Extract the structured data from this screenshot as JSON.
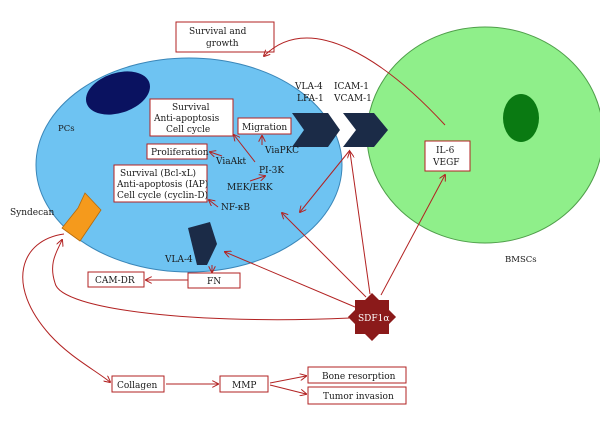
{
  "colors": {
    "pc_cell": "#6ec3f2",
    "pc_nucleus": "#0a1260",
    "bmsc_cell": "#8fef8a",
    "bmsc_nucleus": "#0a7a12",
    "arrow": "#b22222",
    "receptor": "#1b2b47",
    "syndecan": "#f59a1c",
    "sdf1": "#8b1a1a"
  },
  "cells": {
    "pc_label": "PCs",
    "bmsc_label": "BMSCs"
  },
  "receptors": {
    "pc_side": [
      "VLA-4",
      "LFA-1"
    ],
    "bmsc_side": [
      "ICAM-1",
      "VCAM-1"
    ],
    "vla4_bottom": "VLA-4",
    "syndecan": "Syndecan"
  },
  "boxes": {
    "survival_growth": [
      "Survival and",
      "growth"
    ],
    "survival_top": [
      "Survival",
      "Anti-apoptosis",
      "Cell cycle"
    ],
    "migration": "Migration",
    "proliferation": "Proliferation",
    "survival_bcl": [
      "Survival (Bcl-xL)",
      "Anti-apoptosis (IAP)",
      "Cell cycle (cyclin-D)"
    ],
    "il6_vegf": [
      "IL-6",
      "VEGF"
    ],
    "fn": "FN",
    "cam_dr": "CAM-DR",
    "collagen": "Collagen",
    "mmp": "MMP",
    "bone_resorption": "Bone resorption",
    "tumor_invasion": "Tumor invasion"
  },
  "pathways": {
    "via_pkc": "ViaPKC",
    "via_akt": "ViaAkt",
    "pi3k": "PI-3K",
    "mek_erk": "MEK/ERK",
    "nfkb": "NF-κB"
  },
  "sdf1": "SDF1α"
}
